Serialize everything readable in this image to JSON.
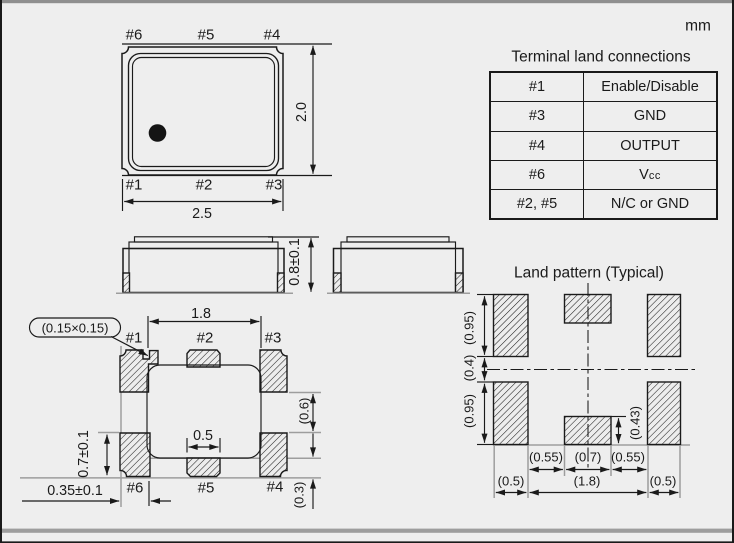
{
  "frame": {
    "units_label": "mm"
  },
  "terminal_table": {
    "title": "Terminal land connections",
    "rows": [
      {
        "pin": "#1",
        "function": "Enable/Disable"
      },
      {
        "pin": "#3",
        "function": "GND"
      },
      {
        "pin": "#4",
        "function": "OUTPUT"
      },
      {
        "pin": "#6",
        "function": "V",
        "function_sub": "cc"
      },
      {
        "pin": "#2, #5",
        "function": "N/C or GND"
      }
    ]
  },
  "top_view": {
    "labels_top": [
      "#6",
      "#5",
      "#4"
    ],
    "labels_bottom": [
      "#1",
      "#2",
      "#3"
    ],
    "dim_width": "2.5",
    "dim_height": "2.0"
  },
  "side_view": {
    "dim_height": "0.8±0.1"
  },
  "bottom_view": {
    "labels_top": [
      "#1",
      "#2",
      "#3"
    ],
    "labels_bottom": [
      "#6",
      "#5",
      "#4"
    ],
    "dim_inner_span": "1.8",
    "dim_center_pad_width": "0.5",
    "dim_side_gap": "(0.6)",
    "dim_corner_pad_height": "0.7±0.1",
    "dim_edge_margin": "0.35±0.1",
    "dim_bottom_gap": "(0.3)",
    "callout_castellation": "(0.15×0.15)"
  },
  "land_pattern": {
    "title": "Land pattern (Typical)",
    "dim_pad_height_top": "(0.95)",
    "dim_center_gap": "(0.4)",
    "dim_pad_height_bottom": "(0.95)",
    "dim_center_pad_height": "(0.43)",
    "dim_gap_left": "(0.55)",
    "dim_center_pad_width": "(0.7)",
    "dim_gap_right": "(0.55)",
    "dim_pad_width_left": "(0.5)",
    "dim_inner_span": "(1.8)",
    "dim_pad_width_right": "(0.5)"
  }
}
